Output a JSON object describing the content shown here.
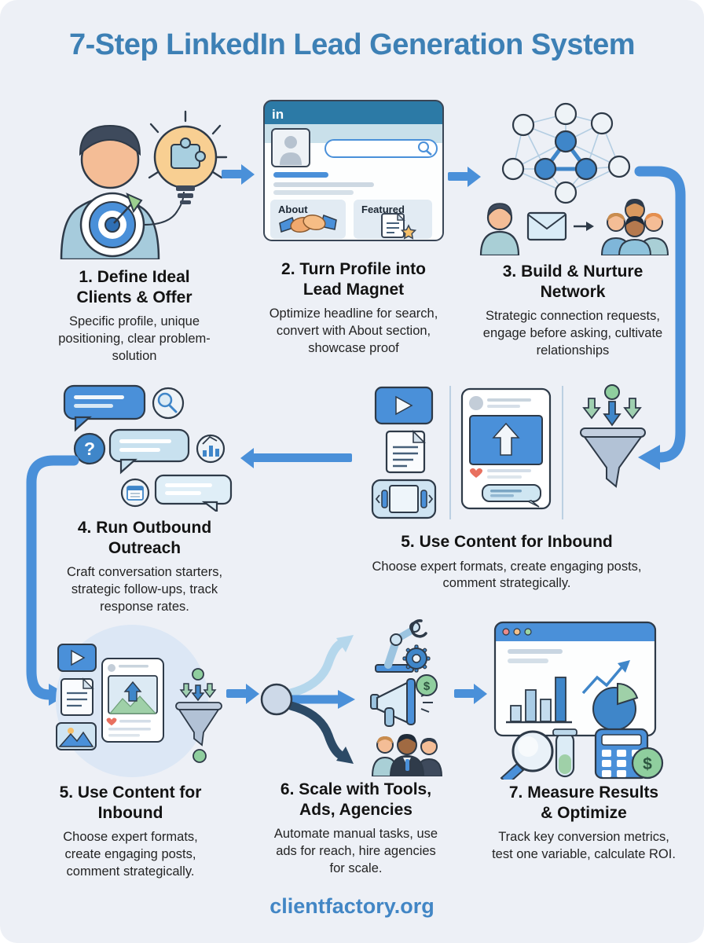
{
  "header": {
    "title": "7-Step LinkedIn Lead Generation System"
  },
  "footer": {
    "site": "clientfactory.org"
  },
  "colors": {
    "background": "#edf0f6",
    "title_blue": "#3d80b5",
    "arrow_blue": "#4a90d9",
    "footer_blue": "#4286c5",
    "dark_outline": "#2e3a48",
    "light_blue": "#bcd8ea",
    "green": "#8fce9e",
    "amber": "#f8cf92"
  },
  "glyphs": {
    "linkedin_logo": "in",
    "about_label": "About",
    "featured_label": "Featured",
    "question_mark": "?",
    "dollar": "$"
  },
  "steps": [
    {
      "title": "1. Define Ideal Clients & Offer",
      "description": "Specific profile, unique positioning, clear problem-solution",
      "icon": "person-target-lightbulb-icon"
    },
    {
      "title": "2. Turn Profile into Lead Magnet",
      "description": "Optimize headline for search, convert with About section, showcase proof",
      "icon": "linkedin-profile-card-icon"
    },
    {
      "title": "3. Build & Nurture Network",
      "description": "Strategic connection requests, engage before asking, cultivate relationships",
      "icon": "network-graph-outreach-icon"
    },
    {
      "title": "4. Run Outbound Outreach",
      "description": "Craft conversation starters, strategic follow-ups, track response rates.",
      "icon": "chat-bubbles-icon"
    },
    {
      "title": "5. Use Content for Inbound",
      "description": "Choose expert formats, create engaging posts, comment strategically.",
      "icon": "content-formats-funnel-icon"
    },
    {
      "title": "6. Scale with Tools, Ads, Agencies",
      "description": "Automate manual tasks, use ads for reach, hire agencies for scale.",
      "icon": "branch-tools-ads-agencies-icon"
    },
    {
      "title": "7. Measure Results & Optimize",
      "description": "Track key conversion metrics, test one variable, calculate ROI.",
      "icon": "dashboard-metrics-icon"
    }
  ]
}
